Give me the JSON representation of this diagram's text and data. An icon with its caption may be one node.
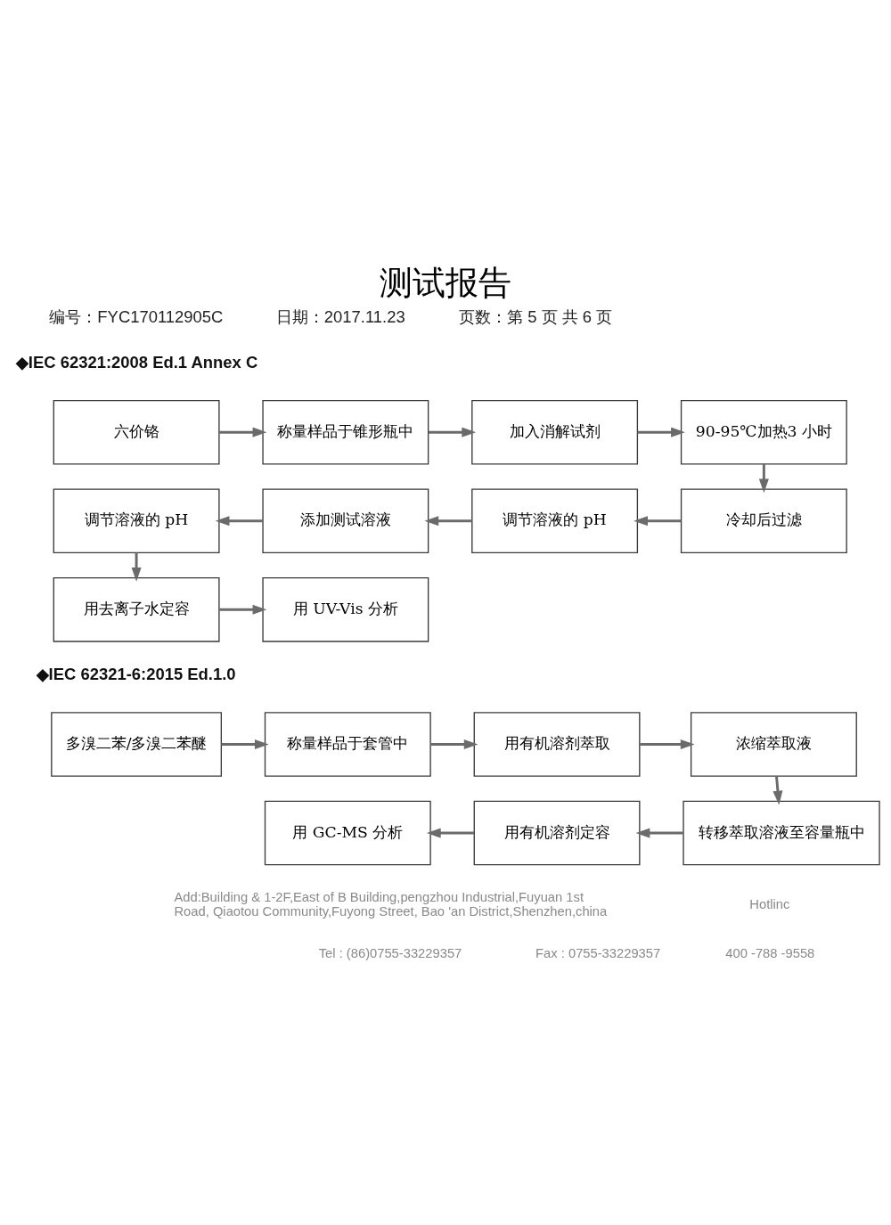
{
  "diagram": {
    "title": "测试报告",
    "nodes": [
      {
        "text": [
          "六价铬"
        ]
      },
      {
        "text": [
          "称量样品于锥形瓶中"
        ]
      },
      {
        "text": [
          "加入消解试剂"
        ]
      },
      {
        "text": [
          "90-95℃加热3 小时"
        ]
      },
      {
        "text": [
          "调节溶液的 pH"
        ]
      },
      {
        "text": [
          "添加测试溶液"
        ]
      },
      {
        "text": [
          "调节溶液的 pH"
        ]
      },
      {
        "text": [
          "冷却后过滤"
        ]
      },
      {
        "text": [
          "用去离子水定容"
        ]
      },
      {
        "text": [
          "用 UV-Vis 分析"
        ]
      },
      {
        "text": [
          "多溴二苯/多溴二苯醚"
        ]
      },
      {
        "text": [
          "称量样品于套管中"
        ]
      },
      {
        "text": [
          "用有机溶剂萃取"
        ]
      },
      {
        "text": [
          "浓缩萃取液"
        ]
      },
      {
        "text": [
          "用 GC-MS 分析"
        ]
      },
      {
        "text": [
          "用有机溶剂定容"
        ]
      },
      {
        "text": [
          "转移萃取溶液至容量瓶中"
        ]
      }
    ],
    "edges": [
      {
        "from": 0,
        "to": 1,
        "arrow": "to"
      },
      {
        "from": 1,
        "to": 2,
        "arrow": "to"
      },
      {
        "from": 2,
        "to": 3,
        "arrow": "to"
      },
      {
        "from": 3,
        "to": 7,
        "arrow": "to"
      },
      {
        "from": 7,
        "to": 6,
        "arrow": "to"
      },
      {
        "from": 6,
        "to": 5,
        "arrow": "to"
      },
      {
        "from": 5,
        "to": 4,
        "arrow": "to"
      },
      {
        "from": 4,
        "to": 8,
        "arrow": "to"
      },
      {
        "from": 8,
        "to": 9,
        "arrow": "to"
      },
      {
        "from": 10,
        "to": 11,
        "arrow": "to"
      },
      {
        "from": 11,
        "to": 12,
        "arrow": "to"
      },
      {
        "from": 12,
        "to": 13,
        "arrow": "to"
      },
      {
        "from": 13,
        "to": 16,
        "arrow": "to"
      },
      {
        "from": 16,
        "to": 15,
        "arrow": "to"
      },
      {
        "from": 15,
        "to": 14,
        "arrow": "to"
      }
    ],
    "labels": [
      "编号：FYC170112905C",
      "日期：2017.11.23",
      "页数：第 5 页 共 6 页",
      "◆IEC 62321:2008 Ed.1 Annex C",
      "◆IEC 62321-6:2015 Ed.1.0",
      "Add:Building & 1-2F,East of B Building,pengzhou Industrial,Fuyuan 1st Road, Qiaotou Community,Fuyong Street, Bao 'an District,Shenzhen,china",
      "Tel : (86)0755-33229357",
      "Fax : 0755-33229357",
      "Hotlinc",
      "400 -788 -9558"
    ]
  }
}
